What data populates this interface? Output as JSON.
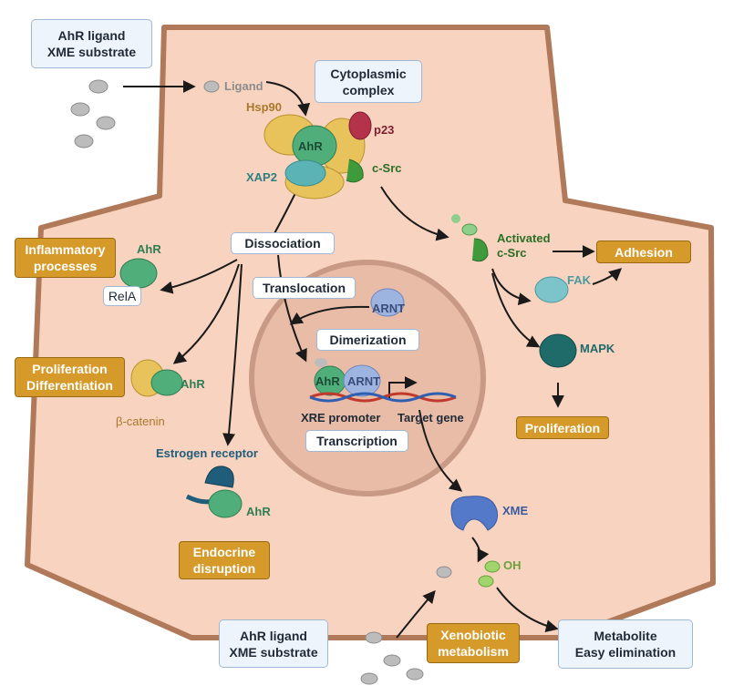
{
  "colors": {
    "cell_fill": "#f8d3bf",
    "cell_stroke": "#b07a5a",
    "nucleus_fill": "#e9bca8",
    "nucleus_stroke": "#c89a86",
    "gold_box": "#d69a2a",
    "blue_box": "#eef4fb",
    "ahr_green": "#4fae7a",
    "hsp90_yellow": "#e8c25a",
    "xap2_teal": "#5bb3b5",
    "p23_red": "#b5324b",
    "csrc_green": "#3f9a3c",
    "arnt_blue": "#9eb4e0",
    "mapk_teal": "#1e6b6a",
    "fak_teal": "#7cc4c9",
    "xme_blue": "#5579c9",
    "estrogen_blue": "#1f5d7a"
  },
  "top_left": {
    "line1": "AhR ligand",
    "line2": "XME substrate"
  },
  "bottom_left": {
    "line1": "AhR ligand",
    "line2": "XME substrate"
  },
  "cytoplasmic_complex": {
    "line1": "Cytoplasmic",
    "line2": "complex"
  },
  "labels": {
    "ligand": "Ligand",
    "hsp90": "Hsp90",
    "p23": "p23",
    "ahr_center": "AhR",
    "xap2": "XAP2",
    "csrc": "c-Src",
    "activated_csrc_line1": "Activated",
    "activated_csrc_line2": "c-Src",
    "fak": "FAK",
    "mapk": "MAPK",
    "ahr_relA": "AhR",
    "relA": "RelA",
    "ahr_bcat": "AhR",
    "beta_catenin": "β-catenin",
    "estrogen_receptor": "Estrogen receptor",
    "ahr_estrogen": "AhR",
    "arnt": "ARNT",
    "ahr_nucleus": "AhR",
    "arnt_nucleus": "ARNT",
    "xre_promoter": "XRE promoter",
    "target_gene": "Target gene",
    "xme": "XME",
    "oh": "OH"
  },
  "process_boxes": {
    "dissociation": "Dissociation",
    "translocation": "Translocation",
    "dimerization": "Dimerization",
    "transcription": "Transcription"
  },
  "outcomes": {
    "inflammatory_line1": "Inflammatory",
    "inflammatory_line2": "processes",
    "proliferation_diff_line1": "Proliferation",
    "proliferation_diff_line2": "Differentiation",
    "endocrine_line1": "Endocrine",
    "endocrine_line2": "disruption",
    "adhesion": "Adhesion",
    "proliferation": "Proliferation",
    "xenobiotic_line1": "Xenobiotic",
    "xenobiotic_line2": "metabolism"
  },
  "metabolite": {
    "line1": "Metabolite",
    "line2": "Easy elimination"
  }
}
